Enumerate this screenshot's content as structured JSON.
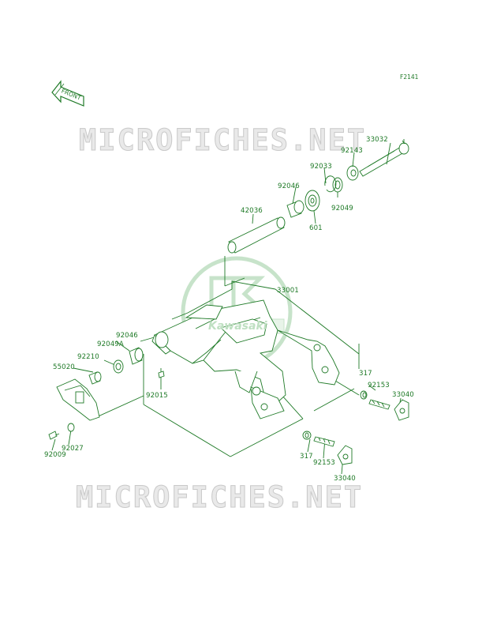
{
  "diagram": {
    "figure_code": "F2141",
    "watermark_text": "MICROFICHES.NET",
    "logo_text": "Kawasaki",
    "front_arrow_text": "FRONT",
    "colors": {
      "line": "#1f7a27",
      "watermark": "#e9e9e9",
      "logo": "#bfe0c2"
    },
    "labels": {
      "p33032": "33032",
      "p92143": "92143",
      "p92033": "92033",
      "p92046_top": "92046",
      "p92049": "92049",
      "p601": "601",
      "p42036": "42036",
      "p33001": "33001",
      "p92046_left": "92046",
      "p92049A": "92049A",
      "p92210": "92210",
      "p55020": "55020",
      "p92015": "92015",
      "p317_right": "317",
      "p92153_right": "92153",
      "p33040_right": "33040",
      "p317_bottom": "317",
      "p92153_bottom": "92153",
      "p33040_bottom": "33040",
      "p92027": "92027",
      "p92009": "92009"
    }
  }
}
